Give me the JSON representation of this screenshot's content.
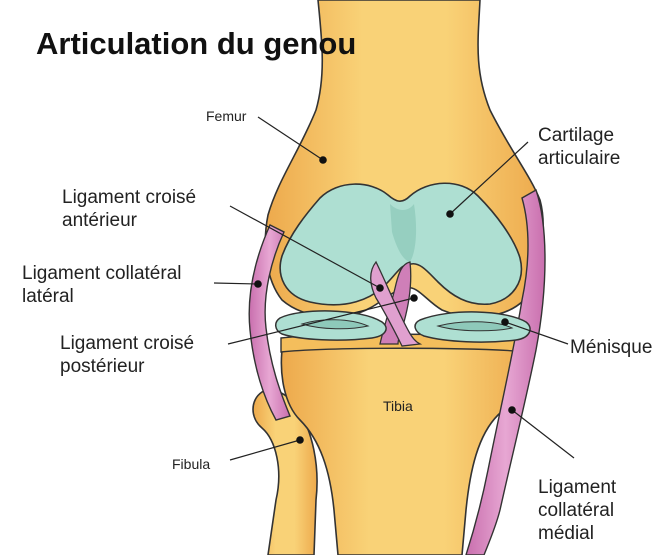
{
  "title": "Articulation du genou",
  "labels": {
    "femur": "Femur",
    "cartilage": [
      "Cartilage",
      "articulaire"
    ],
    "lca": [
      "Ligament croisé",
      "antérieur"
    ],
    "llc": [
      "Ligament collatéral",
      "latéral"
    ],
    "lcp": [
      "Ligament croisé",
      "postérieur"
    ],
    "menisque": "Ménisque",
    "tibia": "Tibia",
    "fibula": "Fibula",
    "lmc": [
      "Ligament",
      "collatéral",
      "médial"
    ]
  },
  "colors": {
    "bone": "#f7cc6d",
    "bone_shade": "#eba94a",
    "cartilage": "#aedfd2",
    "ligament": "#d98cc2",
    "outline": "#2f2f2f"
  }
}
